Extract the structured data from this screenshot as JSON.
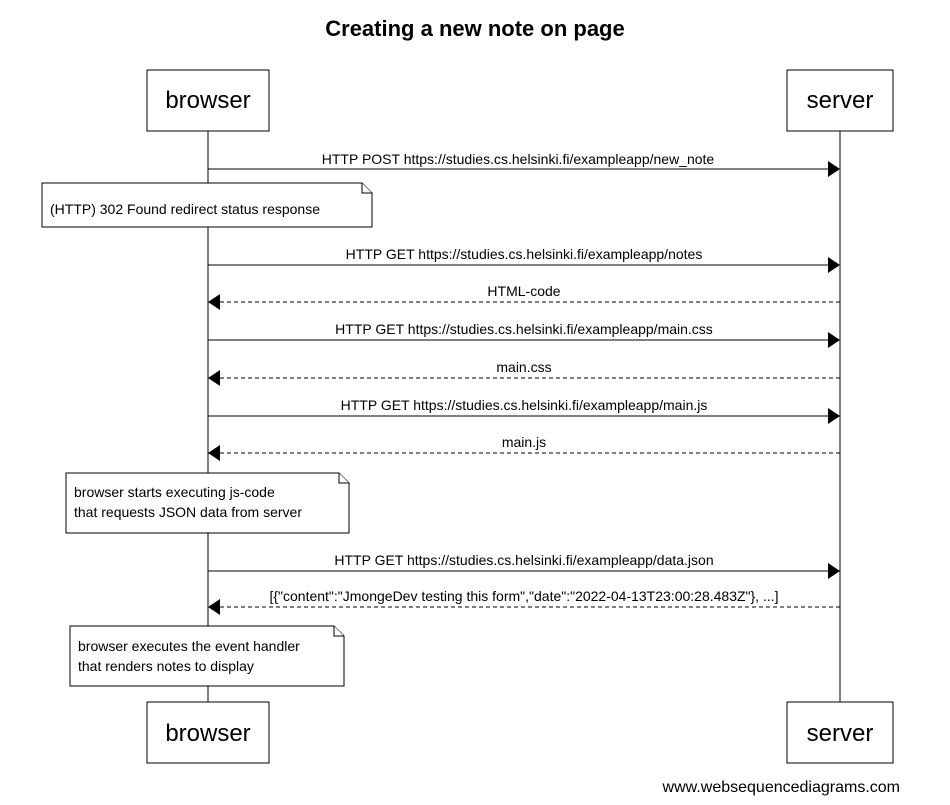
{
  "title": "Creating a new note on page",
  "participants": {
    "browser": "browser",
    "server": "server"
  },
  "messages": [
    {
      "label": "HTTP POST https://studies.cs.helsinki.fi/exampleapp/new_note",
      "dir": "right",
      "style": "solid"
    },
    {
      "label": "HTTP GET https://studies.cs.helsinki.fi/exampleapp/notes",
      "dir": "right",
      "style": "solid"
    },
    {
      "label": "HTML-code",
      "dir": "left",
      "style": "dashed"
    },
    {
      "label": "HTTP GET https://studies.cs.helsinki.fi/exampleapp/main.css",
      "dir": "right",
      "style": "solid"
    },
    {
      "label": "main.css",
      "dir": "left",
      "style": "dashed"
    },
    {
      "label": "HTTP GET https://studies.cs.helsinki.fi/exampleapp/main.js",
      "dir": "right",
      "style": "solid"
    },
    {
      "label": "main.js",
      "dir": "left",
      "style": "dashed"
    },
    {
      "label": "HTTP GET https://studies.cs.helsinki.fi/exampleapp/data.json",
      "dir": "right",
      "style": "solid"
    },
    {
      "label": "[{\"content\":\"JmongeDev testing this form\",\"date\":\"2022-04-13T23:00:28.483Z\"}, ...]",
      "dir": "left",
      "style": "dashed"
    }
  ],
  "notes": [
    {
      "lines": [
        "(HTTP) 302 Found redirect status response"
      ]
    },
    {
      "lines": [
        "browser starts executing js-code",
        "that requests JSON data from server"
      ]
    },
    {
      "lines": [
        "browser executes the event handler",
        "that renders notes to display"
      ]
    }
  ],
  "footer": "www.websequencediagrams.com"
}
